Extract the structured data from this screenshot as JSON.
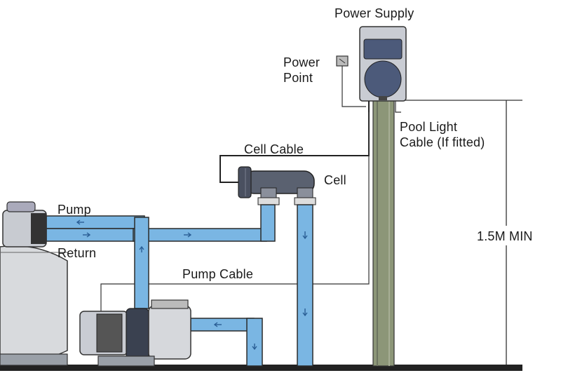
{
  "labels": {
    "power_supply": "Power Supply",
    "power_point_line1": "Power",
    "power_point_line2": "Point",
    "pool_light_line1": "Pool Light",
    "pool_light_line2": "Cable (If fitted)",
    "cell_cable": "Cell Cable",
    "cell": "Cell",
    "pump": "Pump",
    "return": "Return",
    "pump_cable": "Pump Cable",
    "height": "1.5M MIN"
  },
  "colors": {
    "pipe": "#7ab6e3",
    "pipe_outline": "#2b2b2b",
    "post": "#8c9678",
    "unit_body": "#c9ccd3",
    "unit_dark": "#4c5a7a",
    "ground": "#222222"
  }
}
